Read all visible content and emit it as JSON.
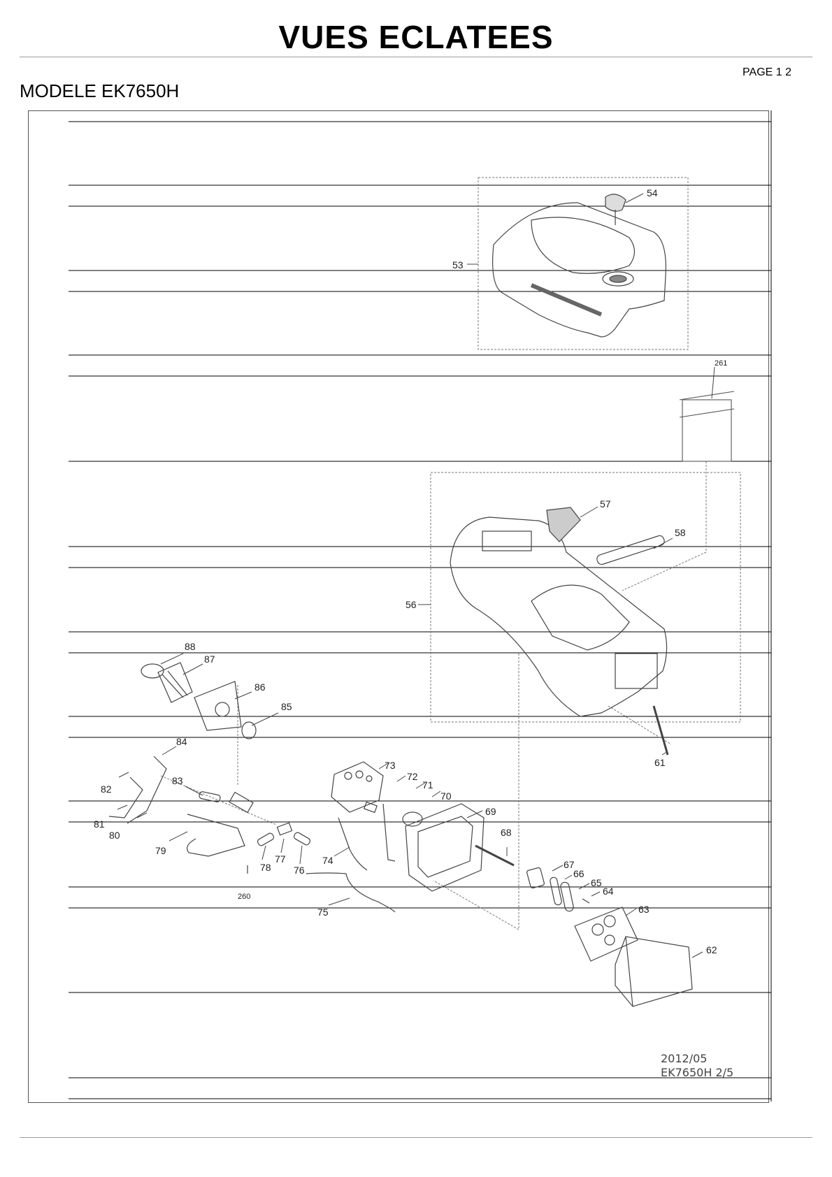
{
  "header": {
    "title": "VUES  ECLATEES",
    "page_label": "PAGE 1 2",
    "model": "MODELE EK7650H"
  },
  "diagram": {
    "part_numbers": [
      "54",
      "53",
      "261",
      "57",
      "58",
      "56",
      "88",
      "87",
      "86",
      "85",
      "84",
      "82",
      "83",
      "81",
      "80",
      "79",
      "78",
      "77",
      "76",
      "73",
      "72",
      "71",
      "70",
      "69",
      "68",
      "74",
      "75",
      "260",
      "61",
      "67",
      "66",
      "65",
      "64",
      "63",
      "62"
    ],
    "stamp_date": "2012/05",
    "stamp_ref": "EK7650H 2/5"
  }
}
